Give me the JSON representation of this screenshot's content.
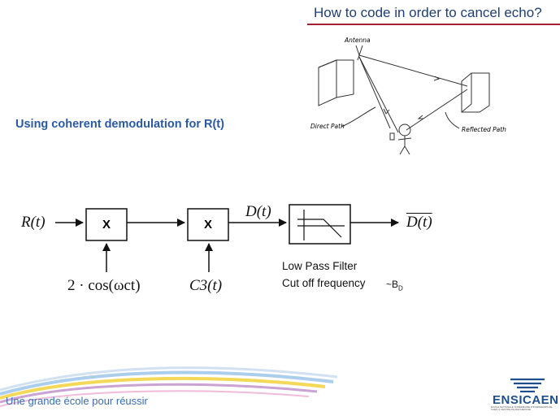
{
  "title": "How to code in order to cancel echo?",
  "subtitle": "Using coherent demodulation for R(t)",
  "diagram": {
    "input_signal": "R(t)",
    "mixer1_label": "X",
    "mixer2_label": "X",
    "carrier": "2 · cos(ωct)",
    "code": "C3(t)",
    "intermediate": "D(t)",
    "output": "D(t)",
    "filter_name": "Low Pass Filter",
    "filter_cutoff": "Cut off frequency",
    "cutoff_value": "~B",
    "cutoff_sub": "D"
  },
  "sketch": {
    "antenna": "Antenna",
    "direct_path": "Direct Path",
    "reflected_path": "Reflected Path"
  },
  "footer": {
    "slogan": "Une grande école pour réussir",
    "logo": "ENSICAEN",
    "logo_subtitle": "ÉCOLE NATIONALE SUPÉRIEURE D'INGÉNIEURS DE CAEN & CENTRE DE RECHERCHE"
  },
  "colors": {
    "title": "#1f3f73",
    "accent": "#a31f34",
    "subtitle": "#2b5aa3",
    "logo": "#1f4e8c"
  }
}
